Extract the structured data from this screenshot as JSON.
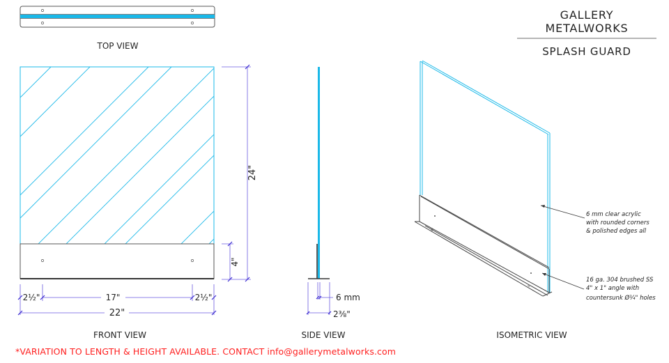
{
  "title_block": {
    "company": "GALLERY METALWORKS",
    "product": "SPLASH GUARD"
  },
  "views": {
    "top": "TOP VIEW",
    "front": "FRONT VIEW",
    "side": "SIDE VIEW",
    "isometric": "ISOMETRIC VIEW"
  },
  "dimensions": {
    "overall_height": "24\"",
    "base_height": "4\"",
    "overall_width": "22\"",
    "hole_spacing": "17\"",
    "edge_offset_left": "2½\"",
    "edge_offset_right": "2½\"",
    "acrylic_thickness": "6 mm",
    "base_depth": "2⅜\""
  },
  "notes": {
    "acrylic": [
      "6 mm clear acrylic",
      "with rounded corners",
      "& polished edges all"
    ],
    "angle": [
      "16 ga. 304 brushed SS",
      "4\" x 1\" angle with",
      "countersunk Ø¼\" holes"
    ]
  },
  "footer": "*VARIATION TO LENGTH & HEIGHT AVAILABLE. CONTACT info@gallerymetalworks.com",
  "colors": {
    "acrylic": "#1ab8e8",
    "dimension": "#6a5ae0",
    "metal": "#444444",
    "footer": "#ff2020"
  }
}
